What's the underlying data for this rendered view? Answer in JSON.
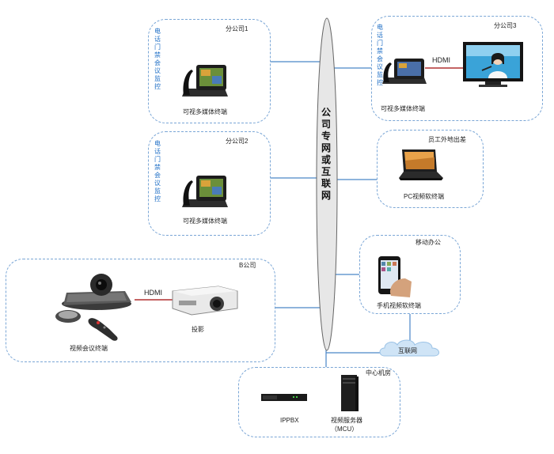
{
  "network": {
    "label": "公司专网或互联网"
  },
  "branch1": {
    "title": "分公司1",
    "services": "电话门禁会议监控",
    "device": "可视多媒体终端"
  },
  "branch2": {
    "title": "分公司2",
    "services": "电话门禁会议监控",
    "device": "可视多媒体终端"
  },
  "branch3": {
    "title": "分公司3",
    "services": "电话门禁会议监控",
    "device": "可视多媒体终端",
    "link": "HDMI"
  },
  "travel": {
    "title": "员工外地出差",
    "device": "PC视频软终端"
  },
  "mobile": {
    "title": "移动办公",
    "device": "手机视频软终端"
  },
  "internet": {
    "label": "互联网"
  },
  "hq": {
    "title": "B公司",
    "device": "视频会议终端",
    "projector": "投影",
    "link": "HDMI"
  },
  "center": {
    "title": "中心机房",
    "ippbx": "IPPBX",
    "mcu_line1": "视频服务器",
    "mcu_line2": "（MCU）"
  },
  "colors": {
    "border": "#7aa6d6",
    "line": "#4a86c8",
    "cable": "#b03030",
    "cloud": "#cfe4f6"
  }
}
